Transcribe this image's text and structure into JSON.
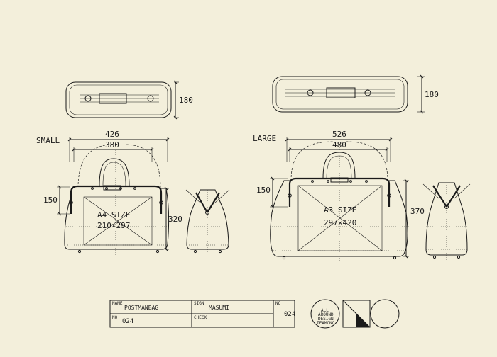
{
  "labels": {
    "small": "SMALL",
    "large": "LARGE"
  },
  "small": {
    "top_height": "180",
    "outer_width": "426",
    "inner_width": "380",
    "frame_height": "150",
    "height": "320",
    "size_title": "A4 SIZE",
    "size_dims": "210×297"
  },
  "large": {
    "top_height": "180",
    "outer_width": "526",
    "inner_width": "480",
    "frame_height": "150",
    "height": "370",
    "size_title": "A3 SIZE",
    "size_dims": "297×420"
  },
  "title_block": {
    "name_label": "NAME",
    "name_value": "POSTMANBAG",
    "sign_label": "SIGN",
    "sign_value": "MASUMI",
    "no_label": "NO",
    "no_value": "024",
    "no_label_2": "NO",
    "no_value_2": "024",
    "check_label": "CHECK",
    "right_no_label": "NO",
    "right_no_value": "024"
  },
  "logo": {
    "lines": [
      "ALL",
      "AROUND",
      "DESIGN",
      "TEAMONO"
    ]
  }
}
